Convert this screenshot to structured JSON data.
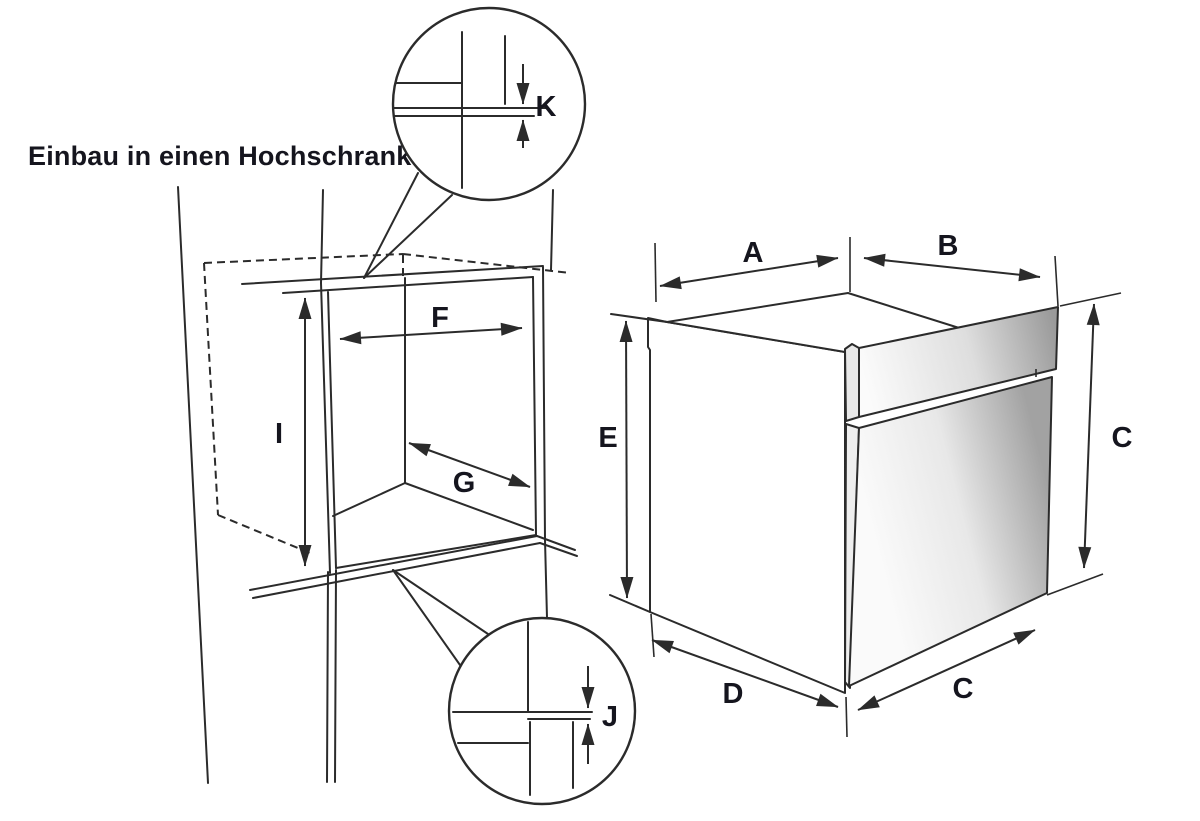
{
  "title": "Einbau in einen Hochschrank",
  "colors": {
    "line": "#2b2b2b",
    "label": "#15151e",
    "background": "#ffffff",
    "panel_gradient_light": "#fbfbfb",
    "panel_gradient_dark": "#9a9a9a",
    "edge_strip": "#e8e8e8"
  },
  "cabinet_dimensions": {
    "niche_width": "F",
    "niche_depth": "G",
    "niche_height": "I"
  },
  "cabinet_details": {
    "top_gap": "K",
    "bottom_gap": "J"
  },
  "oven_dimensions": {
    "depth_top": "A",
    "width_top": "B",
    "front_height": "C",
    "front_width": "C",
    "depth_bottom": "D",
    "body_height": "E"
  }
}
